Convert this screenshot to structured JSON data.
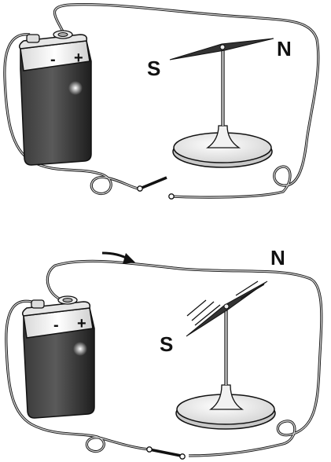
{
  "panels": [
    {
      "id": "open-circuit",
      "state": "switch open",
      "battery": {
        "minus_label": "-",
        "plus_label": "+"
      },
      "compass": {
        "north_label": "N",
        "south_label": "S",
        "deflected": false
      }
    },
    {
      "id": "closed-circuit",
      "state": "switch closed",
      "battery": {
        "minus_label": "-",
        "plus_label": "+"
      },
      "compass": {
        "north_label": "N",
        "south_label": "S",
        "deflected": true
      },
      "current_arrow": true
    }
  ],
  "colors": {
    "wire": "#777777",
    "outline": "#111111",
    "needle": "#333333",
    "battery_body": "#2e2e2e",
    "battery_top": "#f0f0f0"
  },
  "icons": [
    "battery-icon",
    "compass-needle-icon",
    "switch-icon",
    "current-arrow-icon"
  ]
}
